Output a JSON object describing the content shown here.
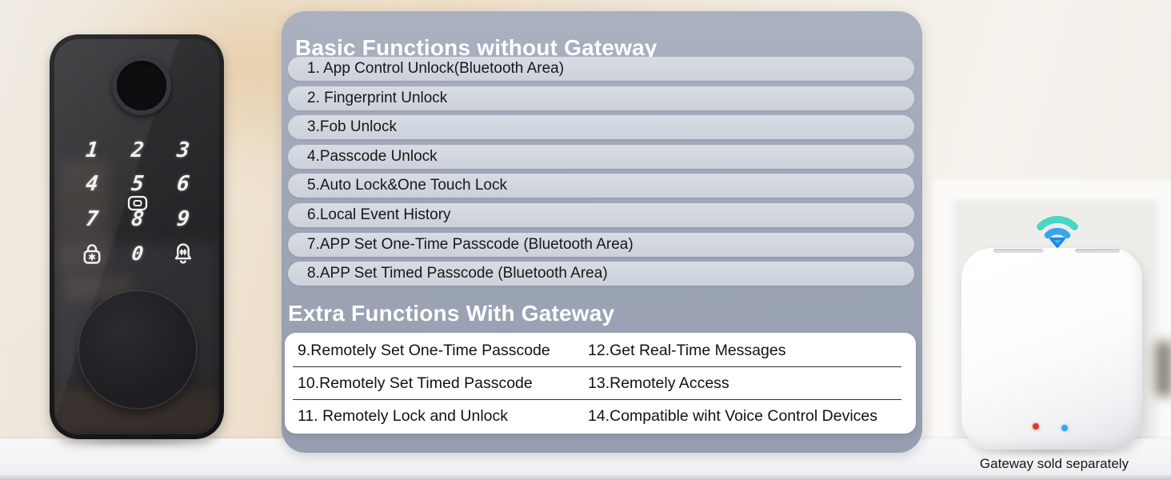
{
  "basic_section": {
    "title": "Basic Functions without Gateway",
    "items": [
      "1. App Control Unlock(Bluetooth Area)",
      "2. Fingerprint Unlock",
      "3.Fob Unlock",
      "4.Passcode Unlock",
      "5.Auto Lock&One Touch Lock",
      "6.Local Event History",
      "7.APP Set One-Time Passcode (Bluetooth Area)",
      "8.APP Set Timed Passcode (Bluetooth Area)"
    ]
  },
  "extra_section": {
    "title": "Extra Functions With Gateway",
    "rows": [
      {
        "left": "9.Remotely Set One-Time Passcode",
        "right": "12.Get Real-Time Messages"
      },
      {
        "left": "10.Remotely Set Timed Passcode",
        "right": "13.Remotely Access"
      },
      {
        "left": "11. Remotely Lock and Unlock",
        "right": "14.Compatible wiht Voice Control Devices"
      }
    ]
  },
  "lock": {
    "keypad": [
      [
        "1",
        "2",
        "3"
      ],
      [
        "4",
        "5",
        "6"
      ],
      [
        "7",
        "8",
        "9"
      ]
    ],
    "zero": "0",
    "icons": {
      "fingerprint": "fingerprint-sensor",
      "fob": "fob-icon",
      "lock_star": "lock-star-icon",
      "bell_hash": "bell-hash-icon"
    }
  },
  "gateway": {
    "caption": "Gateway sold separately",
    "wifi_icon": "wifi-icon",
    "led_red": "#e23b2e",
    "led_blue": "#35a9ee"
  },
  "colors": {
    "panel": "#99a2b4",
    "pill": "#d2d6de",
    "pill_text": "#17171b",
    "heading_text": "#ffffff",
    "wifi_teal": "#47d7c6",
    "wifi_blue": "#1f87f2",
    "background_warm": "#ecddc6"
  }
}
